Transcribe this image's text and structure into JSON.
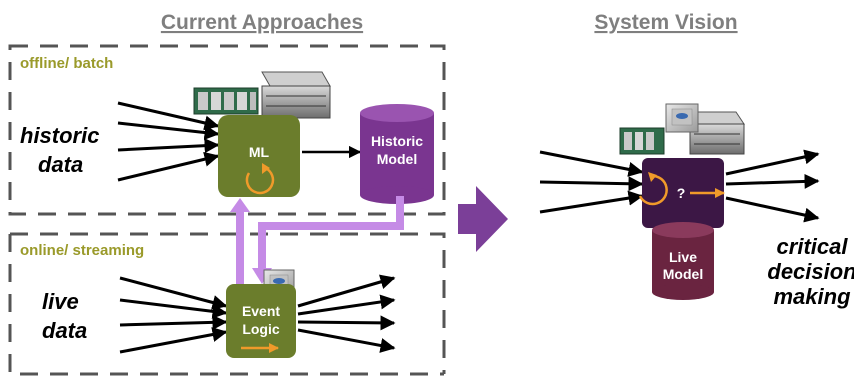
{
  "titles": {
    "current": "Current Approaches",
    "vision": "System Vision"
  },
  "regions": {
    "offline": "offline/ batch",
    "online": "online/ streaming"
  },
  "inputs": {
    "historic_line1": "historic",
    "historic_line2": "data",
    "live_line1": "live",
    "live_line2": "data"
  },
  "boxes": {
    "ml": "ML",
    "historic_model_line1": "Historic",
    "historic_model_line2": "Model",
    "event_line1": "Event",
    "event_line2": "Logic",
    "query": "?",
    "live_model_line1": "Live",
    "live_model_line2": "Model"
  },
  "output": {
    "line1": "critical",
    "line2": "decision",
    "line3": "making"
  },
  "colors": {
    "olive_box": "#6b7d2c",
    "purple_cylinder": "#7a3590",
    "dark_purple_box": "#3c1745",
    "maroon_cylinder": "#6a2440",
    "lavender_arrow": "#c58be6",
    "big_arrow": "#7b3f98",
    "orange": "#f09a2a"
  },
  "icons": [
    "server-rack-icon",
    "cpu-chip-icon",
    "memory-board-icon"
  ]
}
